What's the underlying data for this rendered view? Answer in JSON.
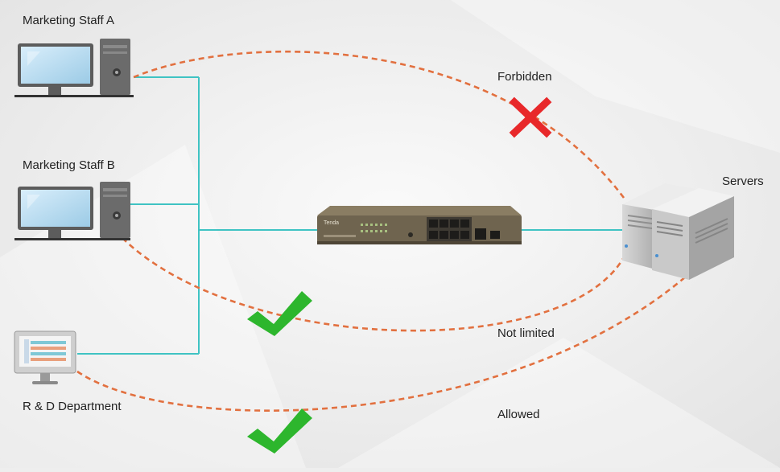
{
  "nodes": {
    "staff_a": "Marketing Staff A",
    "staff_b": "Marketing Staff B",
    "rd": "R & D Department",
    "servers": "Servers",
    "switch_brand": "Tenda"
  },
  "paths": {
    "forbidden": "Forbidden",
    "not_limited": "Not limited",
    "allowed": "Allowed"
  },
  "colors": {
    "link": "#3fc3c3",
    "dashed_path": "#e2703f",
    "forbidden_mark": "#e8282a",
    "allowed_mark": "#2db62d"
  },
  "icons": {
    "forbidden": "x-icon",
    "allowed": "checkmark-icon"
  }
}
